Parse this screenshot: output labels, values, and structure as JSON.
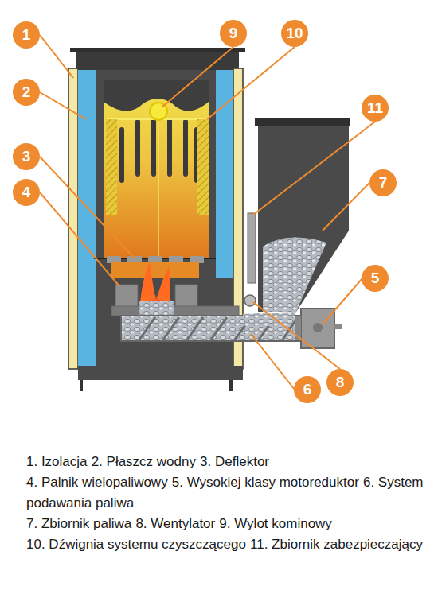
{
  "diagram": {
    "nodes": [
      {
        "text": [
          "1"
        ]
      },
      {
        "text": [
          "2"
        ]
      },
      {
        "text": [
          "3"
        ]
      },
      {
        "text": [
          "4"
        ]
      },
      {
        "text": [
          "5"
        ]
      },
      {
        "text": [
          "6"
        ]
      },
      {
        "text": [
          "7"
        ]
      },
      {
        "text": [
          "8"
        ]
      },
      {
        "text": [
          "9"
        ]
      },
      {
        "text": [
          "10"
        ]
      },
      {
        "text": [
          "11"
        ]
      }
    ],
    "labels": [
      "1. Izolacja",
      "2. Płaszcz wodny",
      "3. Deflektor",
      "4. Palnik wielopaliwowy",
      "5. Wysokiej klasy motoreduktor",
      "6. System podawania paliwa",
      "7. Zbiornik paliwa",
      "8. Wentylator",
      "9. Wylot kominowy",
      "10. Dźwignia systemu czyszczącego",
      "11. Zbiornik zabezpieczający"
    ]
  }
}
